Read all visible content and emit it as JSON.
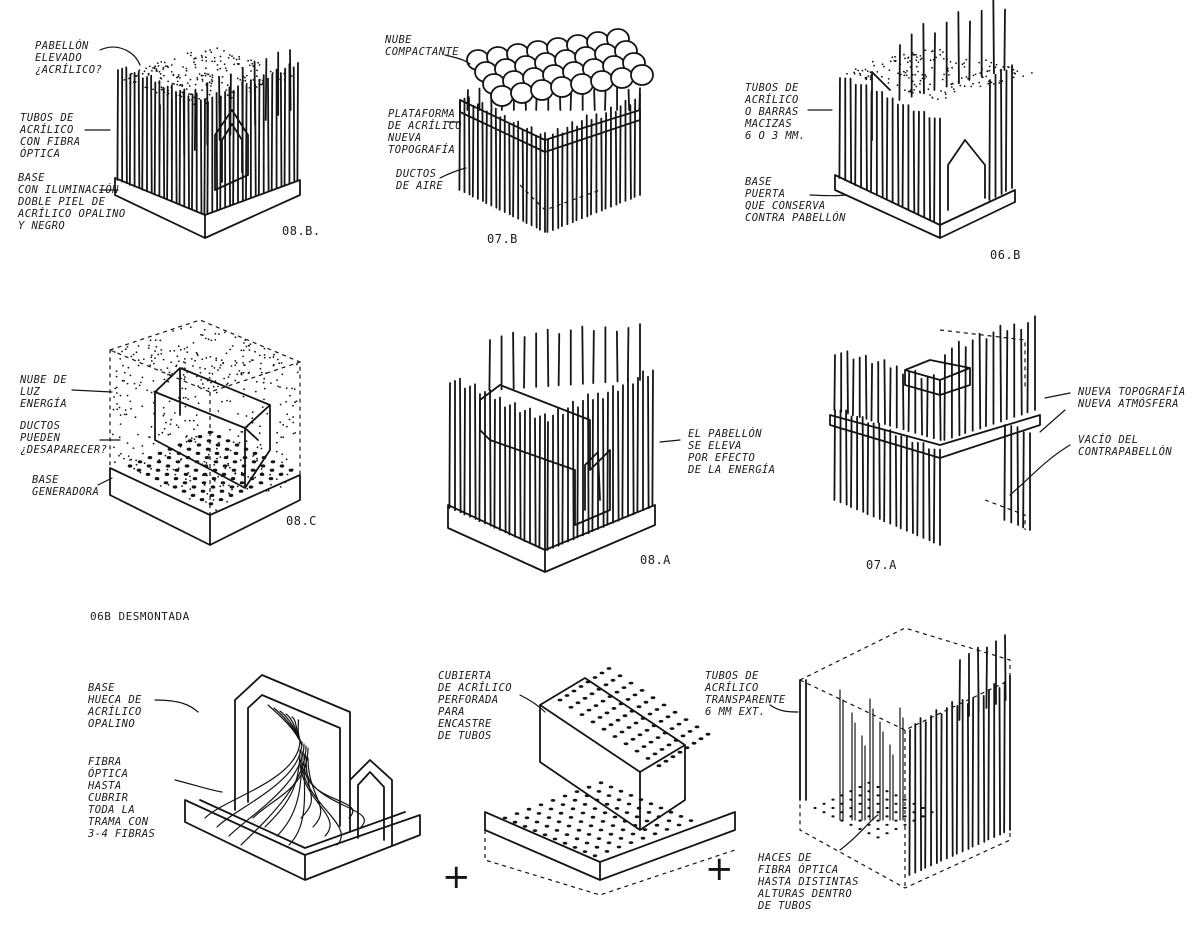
{
  "codes": {
    "p1": "08.B.",
    "p2": "07.B",
    "p3": "06.B",
    "p4": "08.C",
    "p5": "08.A",
    "p6": "07.A"
  },
  "section_title": "06B DESMONTADA",
  "labels": {
    "p1_a": "PABELLÓN\nELEVADO\n¿ACRÍLICO?",
    "p1_b": "TUBOS DE\nACRÍLICO\nCON FIBRA\nÓPTICA",
    "p1_c": "BASE\nCON ILUMINACIÓN\nDOBLE PIEL DE\nACRÍLICO OPALINO\nY NEGRO",
    "p2_a": "NUBE\nCOMPACTANTE",
    "p2_b": "PLATAFORMA\nDE ACRÍLICO\nNUEVA\nTOPOGRAFÍA",
    "p2_c": "DUCTOS\nDE AIRE",
    "p3_a": "TUBOS DE\nACRÍLICO\nO BARRAS\nMACIZAS\n6 O 3 MM.",
    "p3_b": "BASE\nPUERTA\nQUE CONSERVA\nCONTRA PABELLÓN",
    "p4_a": "NUBE DE\nLUZ\nENERGÍA",
    "p4_b": "DUCTOS\nPUEDEN\n¿DESAPARECER?",
    "p4_c": "BASE\nGENERADORA",
    "p5_a": "EL PABELLÓN\nSE ELEVA\nPOR EFECTO\nDE LA ENERGÍA",
    "p6_a": "NUEVA TOPOGRAFÍA\nNUEVA ATMÓSFERA",
    "p6_b": "VACÍO DEL\nCONTRAPABELLÓN",
    "b1_a": "BASE\nHUECA DE\nACRÍLICO\nOPALINO",
    "b1_b": "FIBRA\nÓPTICA\nHASTA\nCUBRIR\nTODA LA\nTRAMA CON\n3-4 FIBRAS",
    "b2_a": "CUBIERTA\nDE ACRÍLICO\nPERFORADA\nPARA\nENCASTRE\nDE TUBOS",
    "b3_a": "TUBOS DE\nACRÍLICO\nTRANSPARENTE\n6 MM EXT.",
    "b3_b": "HACES DE\nFIBRA ÓPTICA\nHASTA DISTINTAS\nALTURAS DENTRO\nDE TUBOS"
  },
  "plus_signs": [
    "+",
    "+"
  ]
}
